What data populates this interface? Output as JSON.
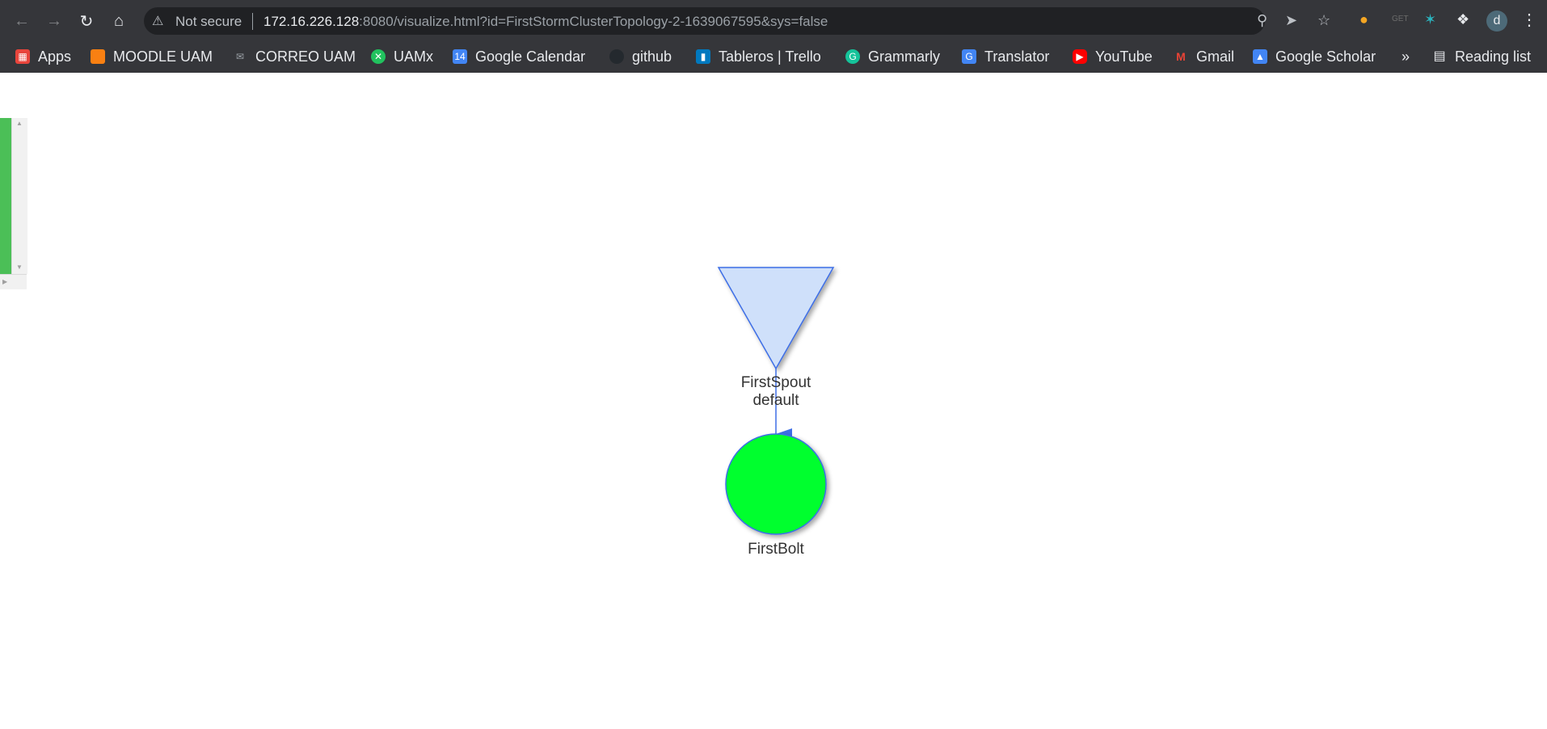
{
  "browser": {
    "security_label": "Not secure",
    "url_host": "172.16.226.128",
    "url_rest": ":8080/visualize.html?id=FirstStormClusterTopology-2-1639067595&sys=false",
    "avatar_letter": "d",
    "bookmarks": [
      {
        "label": "Apps",
        "color": "#e8453c"
      },
      {
        "label": "MOODLE UAM",
        "color": "#f98012"
      },
      {
        "label": "CORREO UAM",
        "color": "#9aa0a6"
      },
      {
        "label": "UAMx",
        "color": "#21c25e"
      },
      {
        "label": "Google Calendar",
        "color": "#4285f4"
      },
      {
        "label": "github",
        "color": "#24292e"
      },
      {
        "label": "Tableros | Trello",
        "color": "#0079bf"
      },
      {
        "label": "Grammarly",
        "color": "#15c39a"
      },
      {
        "label": "Translator",
        "color": "#4285f4"
      },
      {
        "label": "YouTube",
        "color": "#ff0000"
      },
      {
        "label": "Gmail",
        "color": "#ea4335"
      },
      {
        "label": "Google Scholar",
        "color": "#4285f4"
      }
    ],
    "more_bookmarks": "»",
    "reading_list": "Reading list"
  },
  "topology": {
    "spout_name": "FirstSpout",
    "stream_name": "default",
    "bolt_name": "FirstBolt",
    "spout_color": "#cfe0fa",
    "bolt_color": "#00ff2e",
    "edge_color": "#3d6ee6"
  }
}
